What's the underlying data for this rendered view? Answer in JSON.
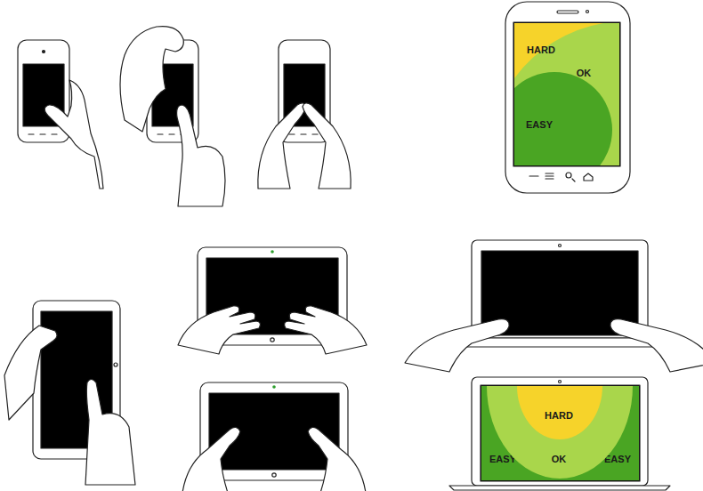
{
  "diagram": {
    "nodes": [
      {
        "text": [
          "OK"
        ]
      },
      {
        "text": [
          "HARD"
        ],
        "in": 0
      },
      {
        "text": [
          "EASY"
        ],
        "in": 0
      },
      {
        "text": [
          "EASY",
          "EASY"
        ]
      },
      {
        "text": [
          "OK"
        ],
        "in": 3
      },
      {
        "text": [
          "HARD"
        ],
        "in": 4
      }
    ]
  }
}
